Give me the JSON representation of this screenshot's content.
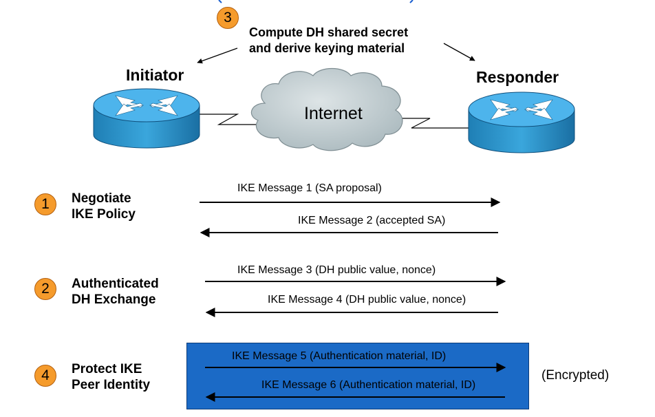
{
  "step3": {
    "number": "3",
    "line1": "Compute DH shared secret",
    "line2": "and derive keying material"
  },
  "routers": {
    "initiator": "Initiator",
    "responder": "Responder"
  },
  "cloud": {
    "label": "Internet"
  },
  "phases": [
    {
      "number": "1",
      "line1": "Negotiate",
      "line2": "IKE Policy"
    },
    {
      "number": "2",
      "line1": "Authenticated",
      "line2": "DH Exchange"
    },
    {
      "number": "4",
      "line1": "Protect IKE",
      "line2": "Peer Identity"
    }
  ],
  "messages": [
    {
      "label": "IKE Message 1 (SA proposal)",
      "direction": "right"
    },
    {
      "label": "IKE Message 2 (accepted SA)",
      "direction": "left"
    },
    {
      "label": "IKE Message 3 (DH public value, nonce)",
      "direction": "right"
    },
    {
      "label": "IKE Message 4 (DH public value, nonce)",
      "direction": "left"
    },
    {
      "label": "IKE Message 5 (Authentication material, ID)",
      "direction": "right"
    },
    {
      "label": "IKE Message 6 (Authentication material, ID)",
      "direction": "left"
    }
  ],
  "encrypted_note": "(Encrypted)",
  "colors": {
    "badge": "#f59b2c",
    "encrypted_box": "#1b6ac6",
    "router_top": "#3fa9e6",
    "cloud": "#c9d3d6",
    "accent": "#1a5fd0"
  }
}
